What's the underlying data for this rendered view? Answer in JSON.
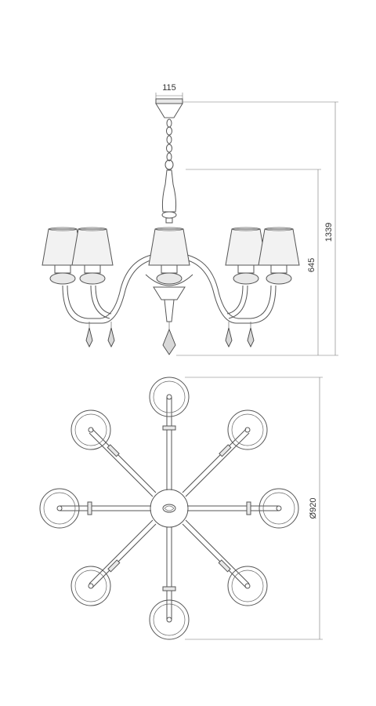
{
  "drawing": {
    "side_view": {
      "canopy_width": "115",
      "total_height": "1339",
      "body_height": "645"
    },
    "top_view": {
      "diameter": "Ø920",
      "arms": 8
    }
  }
}
